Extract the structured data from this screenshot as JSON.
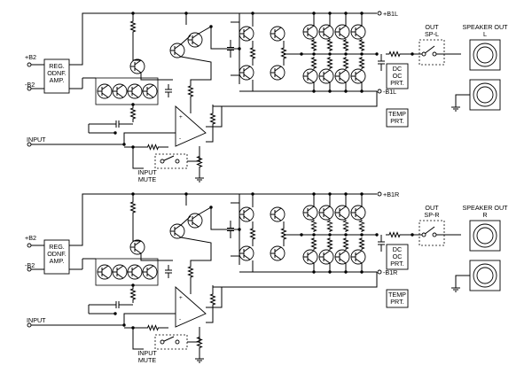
{
  "channels": [
    {
      "id": "left",
      "supply_pos": "+B2",
      "supply_neg": "-B2",
      "reg_label": [
        "REG.",
        "ODNF.",
        "AMP."
      ],
      "rail_pos": "+B1L",
      "rail_neg": "-B1L",
      "protect_label": [
        "DC",
        "OC",
        "PRT."
      ],
      "temp_label": [
        "TEMP",
        "PRT."
      ],
      "relay_label": [
        "OUT",
        "SP-L"
      ],
      "speaker_label": [
        "SPEAKER OUT",
        "L"
      ],
      "input_label": "INPUT",
      "mute_label": [
        "INPUT",
        "MUTE"
      ]
    },
    {
      "id": "right",
      "supply_pos": "+B2",
      "supply_neg": "-B2",
      "reg_label": [
        "REG.",
        "ODNF.",
        "AMP."
      ],
      "rail_pos": "+B1R",
      "rail_neg": "-B1R",
      "protect_label": [
        "DC",
        "OC",
        "PRT."
      ],
      "temp_label": [
        "TEMP",
        "PRT."
      ],
      "relay_label": [
        "OUT",
        "SP-R"
      ],
      "speaker_label": [
        "SPEAKER OUT",
        "R"
      ],
      "input_label": "INPUT",
      "mute_label": [
        "INPUT",
        "MUTE"
      ]
    }
  ]
}
